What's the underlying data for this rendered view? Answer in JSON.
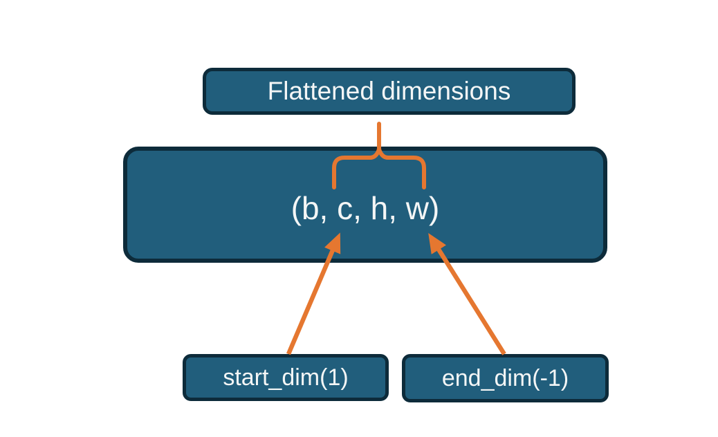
{
  "colors": {
    "background": "#ffffff",
    "box_fill": "#215e7c",
    "box_border": "#0d2b3a",
    "accent": "#e57730",
    "text": "#f4f6f6"
  },
  "diagram": {
    "top_label": "Flattened dimensions",
    "tensor_shape": "(b, c, h, w)",
    "start_dim_label": "start_dim(1)",
    "end_dim_label": "end_dim(-1)",
    "icons": {
      "brace": "curly-brace-up",
      "arrows": "orange-arrow-up"
    }
  }
}
